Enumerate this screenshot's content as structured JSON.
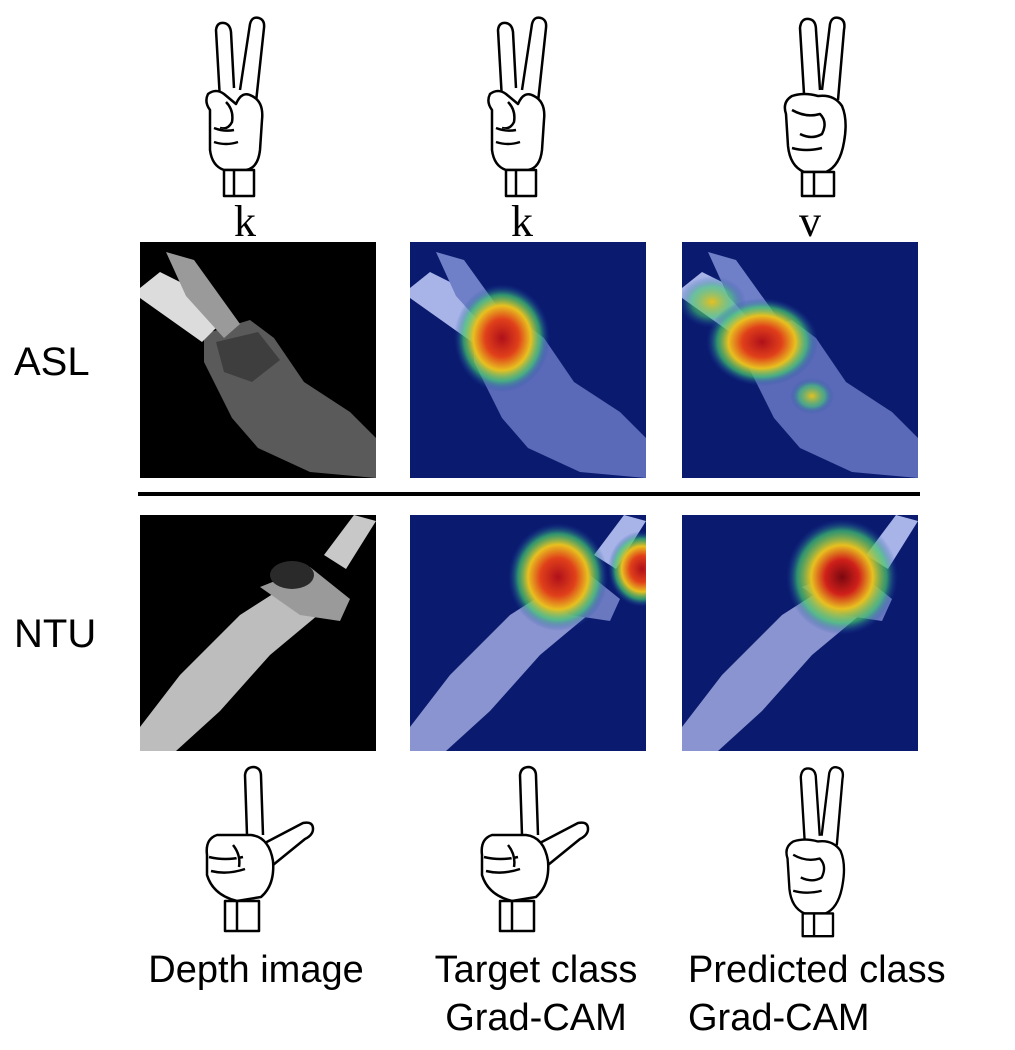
{
  "columns": [
    {
      "top_letter": "k",
      "caption_line1": "Depth image",
      "caption_line2": ""
    },
    {
      "top_letter": "k",
      "caption_line1": "Target class",
      "caption_line2": "Grad-CAM"
    },
    {
      "top_letter": "v",
      "caption_line1": "Predicted class",
      "caption_line2": "Grad-CAM"
    }
  ],
  "rows": [
    {
      "label": "ASL"
    },
    {
      "label": "NTU"
    }
  ],
  "hand_icons": {
    "top": [
      "hand-sign-k-icon",
      "hand-sign-k-icon",
      "hand-sign-v-icon"
    ],
    "bottom": [
      "hand-sign-l-icon",
      "hand-sign-l-icon",
      "hand-sign-v-icon"
    ]
  },
  "colors": {
    "heatmap_background": "#0a1a6e",
    "heatmap_hot": "#c0141a",
    "depth_background": "#000000"
  }
}
